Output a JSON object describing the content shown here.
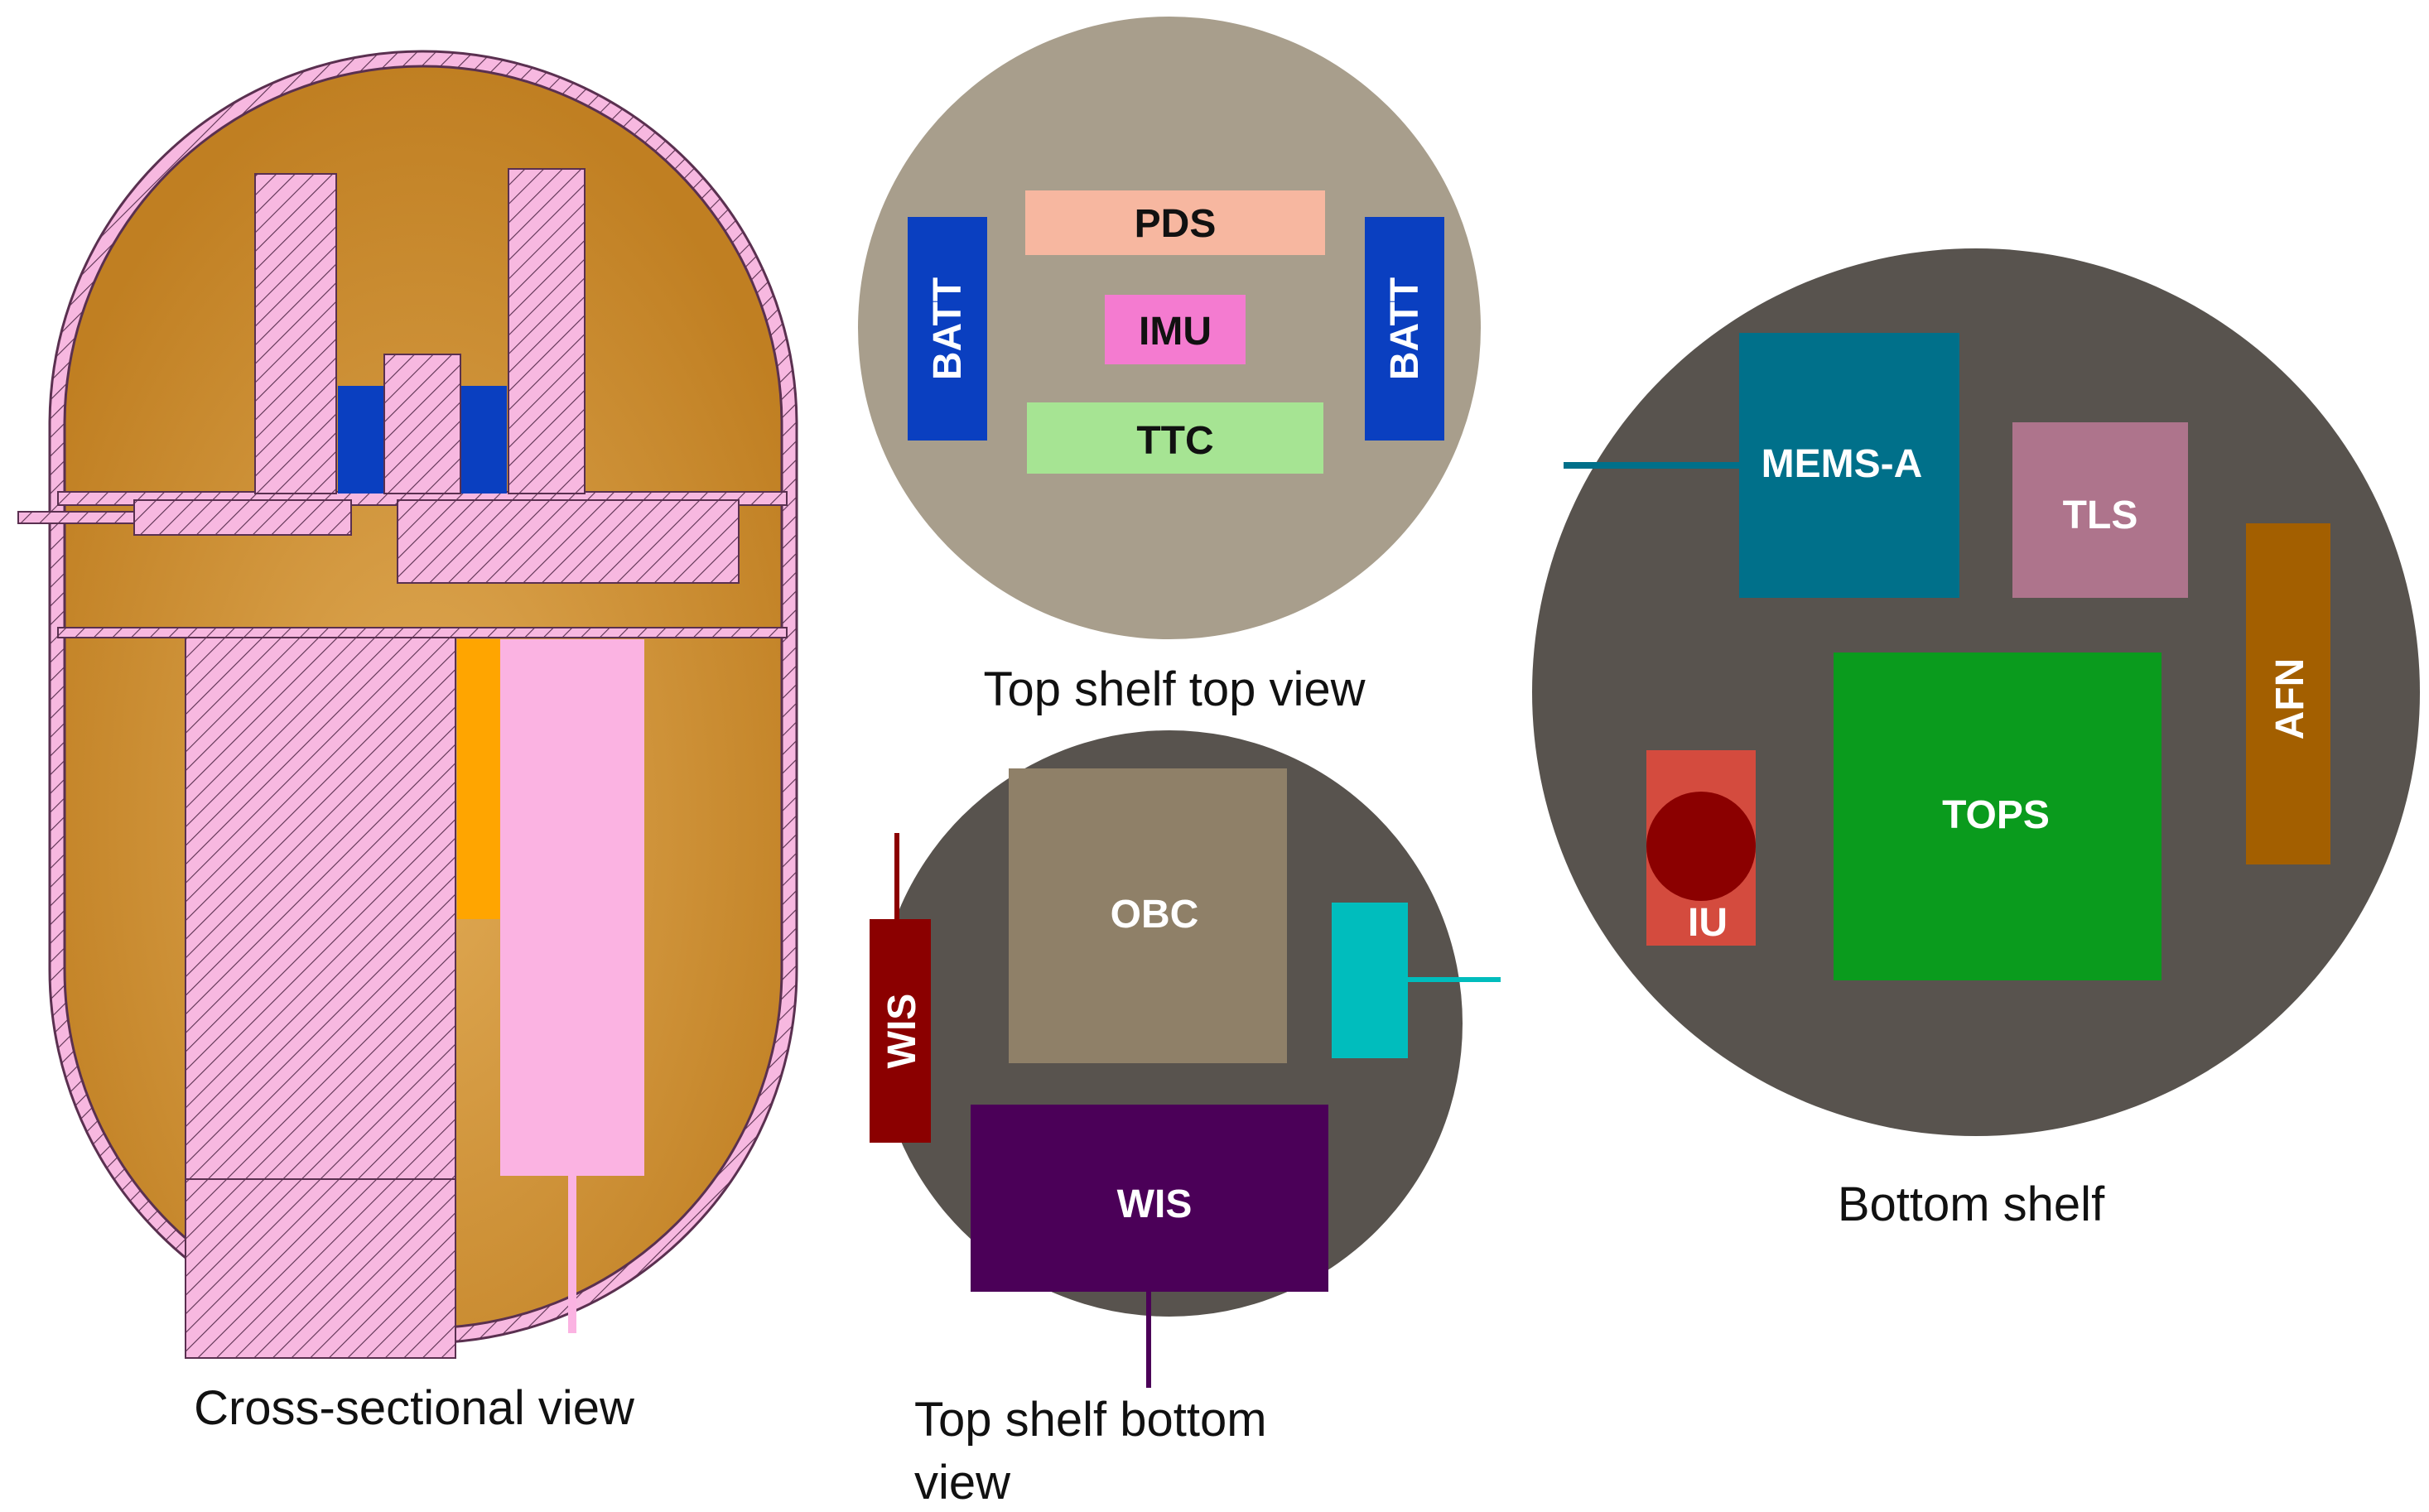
{
  "colors": {
    "capsule": "#c68a2c",
    "hatch_fill": "#f7b8e0",
    "hatch_line": "#5a3050",
    "top_top_bg": "#a89e8c",
    "dark_bg": "#58534e",
    "batt": "#0a3fc0",
    "pds": "#f7b7a0",
    "imu": "#f47bd0",
    "ttc": "#a6e493",
    "obc": "#8f8068",
    "wis_small": "#8b0000",
    "wis_big": "#4b0058",
    "cyan_block": "#00bdbd",
    "mems": "#00708a",
    "tls": "#ae748c",
    "afn": "#a35f00",
    "tops": "#0a9b1d",
    "iu": "#d44b3e",
    "iu_disc": "#8b0000",
    "blue_block": "#0a3fc0",
    "orange_bar": "#ffa500",
    "pink_bar": "#fbb3e2"
  },
  "captions": {
    "cross_section": "Cross-sectional view",
    "top_top": "Top shelf top view",
    "top_bottom_line1": "Top shelf bottom",
    "top_bottom_line2": "view",
    "bottom": "Bottom shelf"
  },
  "top_top_view": {
    "batt_left": "BATT",
    "batt_right": "BATT",
    "pds": "PDS",
    "imu": "IMU",
    "ttc": "TTC"
  },
  "top_bottom_view": {
    "obc": "OBC",
    "wis_small": "WIS",
    "wis_big": "WIS"
  },
  "bottom_view": {
    "mems": "MEMS-A",
    "tls": "TLS",
    "afn": "AFN",
    "tops": "TOPS",
    "iu": "IU"
  }
}
